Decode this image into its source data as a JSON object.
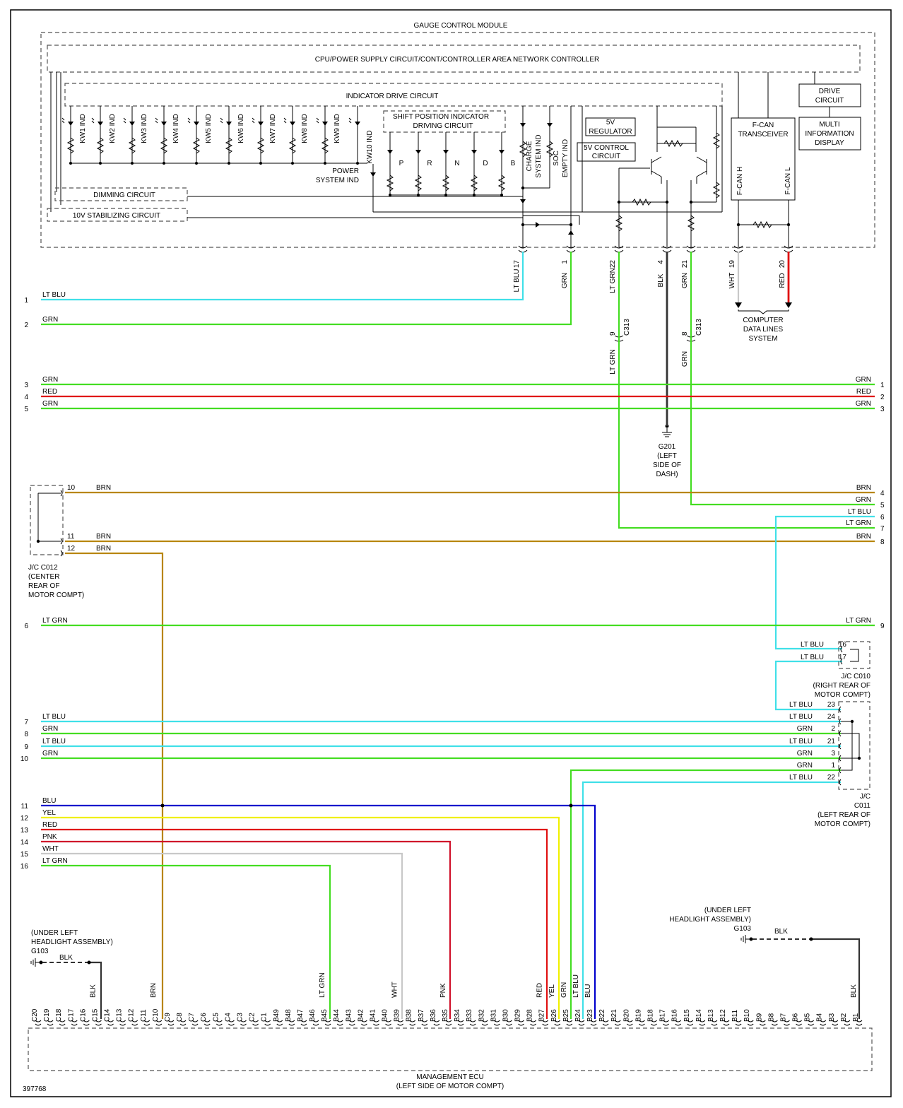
{
  "module": {
    "title": "GAUGE CONTROL MODULE",
    "cpu": "CPU/POWER SUPPLY CIRCUIT/CONT/CONTROLLER AREA NETWORK CONTROLLER",
    "indicator_drive": "INDICATOR DRIVE CIRCUIT",
    "shift_circuit": [
      "SHIFT POSITION INDICATOR",
      "DRIVING CIRCUIT"
    ],
    "dimming": "DIMMING CIRCUIT",
    "stabilizing": "10V STABILIZING CIRCUIT",
    "regulator": [
      "5V",
      "REGULATOR"
    ],
    "control": [
      "5V CONTROL",
      "CIRCUIT"
    ],
    "transceiver": [
      "F-CAN",
      "TRANSCEIVER"
    ],
    "drive": [
      "DRIVE",
      "CIRCUIT"
    ],
    "mid": [
      "MULTI",
      "INFORMATION",
      "DISPLAY"
    ],
    "kw": [
      "KW1 IND",
      "KW2 IND",
      "KW3 IND",
      "KW4 IND",
      "KW5 IND",
      "KW6 IND",
      "KW7 IND",
      "KW8 IND",
      "KW9 IND",
      "KW10 IND"
    ],
    "shift_letters": [
      "P",
      "R",
      "N",
      "D",
      "B"
    ],
    "power_ind": [
      "POWER",
      "SYSTEM IND"
    ],
    "charge_ind": [
      "CHARGE",
      "SYSTEM IND"
    ],
    "soc_ind": [
      "SOC",
      "EMPTY IND"
    ],
    "fcan_h": "F-CAN H",
    "fcan_l": "F-CAN L",
    "pins": [
      {
        "num": "17",
        "color": "LT BLU"
      },
      {
        "num": "1",
        "color": "GRN"
      },
      {
        "num": "22",
        "color": "LT GRN"
      },
      {
        "num": "4",
        "color": "BLK"
      },
      {
        "num": "21",
        "color": "GRN"
      },
      {
        "num": "19",
        "color": "WHT"
      },
      {
        "num": "20",
        "color": "RED"
      }
    ]
  },
  "computer_data": [
    "COMPUTER",
    "DATA LINES",
    "SYSTEM"
  ],
  "c313": {
    "name": "C313",
    "pins": [
      "9",
      "8"
    ],
    "lower_colors": [
      "LT GRN",
      "GRN"
    ]
  },
  "g201": [
    "G201",
    "(LEFT",
    "SIDE OF",
    "DASH)"
  ],
  "left_wires": [
    {
      "num": "1",
      "color": "LT BLU"
    },
    {
      "num": "2",
      "color": "GRN"
    },
    {
      "num": "3",
      "color": "GRN"
    },
    {
      "num": "4",
      "color": "RED"
    },
    {
      "num": "5",
      "color": "GRN"
    },
    {
      "num": "6",
      "color": "LT GRN"
    },
    {
      "num": "7",
      "color": "LT BLU"
    },
    {
      "num": "8",
      "color": "GRN"
    },
    {
      "num": "9",
      "color": "LT BLU"
    },
    {
      "num": "10",
      "color": "GRN"
    },
    {
      "num": "11",
      "color": "BLU"
    },
    {
      "num": "12",
      "color": "YEL"
    },
    {
      "num": "13",
      "color": "RED"
    },
    {
      "num": "14",
      "color": "PNK"
    },
    {
      "num": "15",
      "color": "WHT"
    },
    {
      "num": "16",
      "color": "LT GRN"
    }
  ],
  "right_wires": [
    {
      "num": "1",
      "color": "GRN"
    },
    {
      "num": "2",
      "color": "RED"
    },
    {
      "num": "3",
      "color": "GRN"
    },
    {
      "num": "4",
      "color": "BRN"
    },
    {
      "num": "5",
      "color": "GRN"
    },
    {
      "num": "6",
      "color": "LT BLU"
    },
    {
      "num": "7",
      "color": "LT GRN"
    },
    {
      "num": "8",
      "color": "BRN"
    },
    {
      "num": "9",
      "color": "LT GRN"
    }
  ],
  "jc_c012": {
    "label": [
      "J/C C012",
      "(CENTER",
      "REAR OF",
      "MOTOR COMPT)"
    ],
    "pins": [
      {
        "num": "10",
        "color": "BRN"
      },
      {
        "num": "11",
        "color": "BRN"
      },
      {
        "num": "12",
        "color": "BRN"
      }
    ]
  },
  "jc_c010": {
    "label": [
      "J/C C010",
      "(RIGHT REAR OF",
      "MOTOR COMPT)"
    ],
    "pins": [
      {
        "num": "16",
        "color": "LT BLU"
      },
      {
        "num": "17",
        "color": "LT BLU"
      }
    ]
  },
  "jc_c011": {
    "label": [
      "J/C",
      "C011",
      "(LEFT REAR OF",
      "MOTOR COMPT)"
    ],
    "pins": [
      {
        "num": "23",
        "color": "LT BLU"
      },
      {
        "num": "24",
        "color": "LT BLU"
      },
      {
        "num": "2",
        "color": "GRN"
      },
      {
        "num": "21",
        "color": "LT BLU"
      },
      {
        "num": "3",
        "color": "GRN"
      },
      {
        "num": "1",
        "color": "GRN"
      },
      {
        "num": "22",
        "color": "LT BLU"
      }
    ]
  },
  "g103_left": [
    "(UNDER LEFT",
    "HEADLIGHT ASSEMBLY)",
    "G103"
  ],
  "g103_right": [
    "(UNDER LEFT",
    "HEADLIGHT ASSEMBLY)",
    "G103"
  ],
  "g103_wire": "BLK",
  "ecu": {
    "title": "MANAGEMENT ECU",
    "subtitle": "(LEFT SIDE OF MOTOR COMPT)",
    "pins": [
      "C20",
      "C19",
      "C18",
      "C17",
      "C16",
      "C15",
      "C14",
      "C13",
      "C12",
      "C11",
      "C10",
      "C9",
      "C8",
      "C7",
      "C6",
      "C5",
      "C4",
      "C3",
      "C2",
      "C1",
      "B49",
      "B48",
      "B47",
      "B46",
      "B45",
      "B44",
      "B43",
      "B42",
      "B41",
      "B40",
      "B39",
      "B38",
      "B37",
      "B36",
      "B35",
      "B34",
      "B33",
      "B32",
      "B31",
      "B30",
      "B29",
      "B28",
      "B27",
      "B26",
      "B25",
      "B24",
      "B23",
      "B22",
      "B21",
      "B20",
      "B19",
      "B18",
      "B17",
      "B16",
      "B15",
      "B14",
      "B13",
      "B12",
      "B11",
      "B10",
      "B9",
      "B8",
      "B7",
      "B6",
      "B5",
      "B4",
      "B3",
      "B2",
      "B1"
    ],
    "wire_labels": [
      {
        "pin": "C15",
        "color": "BLK"
      },
      {
        "pin": "C10",
        "color": "BRN"
      },
      {
        "pin": "B45",
        "color": "LT GRN"
      },
      {
        "pin": "B39",
        "color": "WHT"
      },
      {
        "pin": "B35",
        "color": "PNK"
      },
      {
        "pin": "B27",
        "color": "RED"
      },
      {
        "pin": "B26",
        "color": "YEL"
      },
      {
        "pin": "B25",
        "color": "GRN"
      },
      {
        "pin": "B24",
        "color": "LT BLU"
      },
      {
        "pin": "B23",
        "color": "BLU"
      },
      {
        "pin": "B1",
        "color": "BLK"
      }
    ]
  },
  "diagram_id": "397768",
  "colors": {
    "LT BLU": "#40e0e8",
    "GRN": "#44dd22",
    "LT GRN": "#44dd22",
    "RED": "#e01010",
    "BRN": "#b8860b",
    "BLU": "#0000cc",
    "YEL": "#f0f000",
    "PNK": "#d0102a",
    "WHT": "#c8c8c8",
    "BLK": "#333333"
  }
}
